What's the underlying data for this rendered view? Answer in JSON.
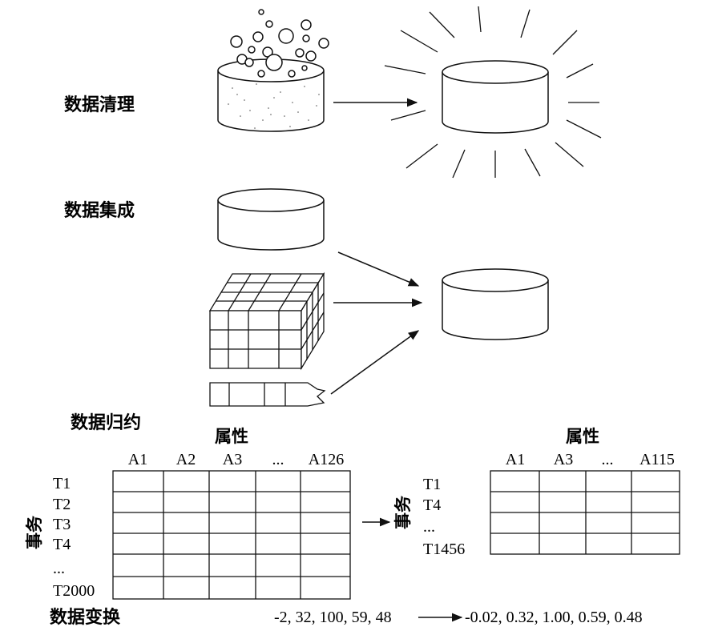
{
  "sections": {
    "cleaning": "数据清理",
    "integration": "数据集成",
    "reduction": "数据归约",
    "transformation": "数据变换"
  },
  "reduction": {
    "left": {
      "attr_title": "属性",
      "row_title": "事务",
      "columns": [
        "A1",
        "A2",
        "A3",
        "...",
        "A126"
      ],
      "rows": [
        "T1",
        "T2",
        "T3",
        "T4",
        "...",
        "T2000"
      ]
    },
    "right": {
      "attr_title": "属性",
      "row_title": "事务",
      "columns": [
        "A1",
        "A3",
        "...",
        "A115"
      ],
      "rows": [
        "T1",
        "T4",
        "...",
        "T1456"
      ]
    }
  },
  "transformation": {
    "input": "-2, 32, 100, 59, 48",
    "output": "-0.02, 0.32, 1.00, 0.59, 0.48"
  }
}
